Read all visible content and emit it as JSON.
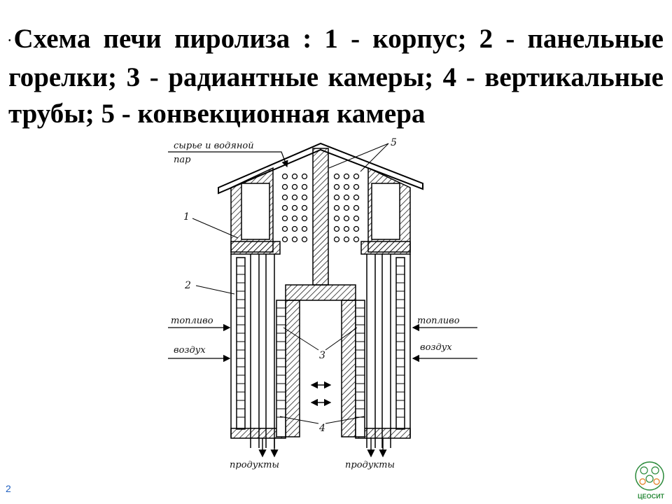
{
  "caption": {
    "bullet": "•",
    "text": "Схема печи пиролиза : 1 - корпус; 2 - панельные горелки; 3 - радиантные камеры; 4 - вертикальные трубы; 5 - конвекционная камера"
  },
  "diagram": {
    "label_feed": "сырье и водяной",
    "label_feed2": "пар",
    "label_fuel_left": "топливо",
    "label_air_left": "воздух",
    "label_fuel_right": "топливо",
    "label_air_right": "воздух",
    "label_products_left": "продукты",
    "label_products_right": "продукты",
    "num_1": "1",
    "num_2": "2",
    "num_3": "3",
    "num_4": "4",
    "num_5": "5"
  },
  "footer": {
    "page_number": "2",
    "logo_text": "ЦЕОСИТ"
  },
  "colors": {
    "text": "#000000",
    "page_number": "#2060c0",
    "logo_green": "#2a8a3a",
    "logo_orange": "#e07a1a"
  }
}
